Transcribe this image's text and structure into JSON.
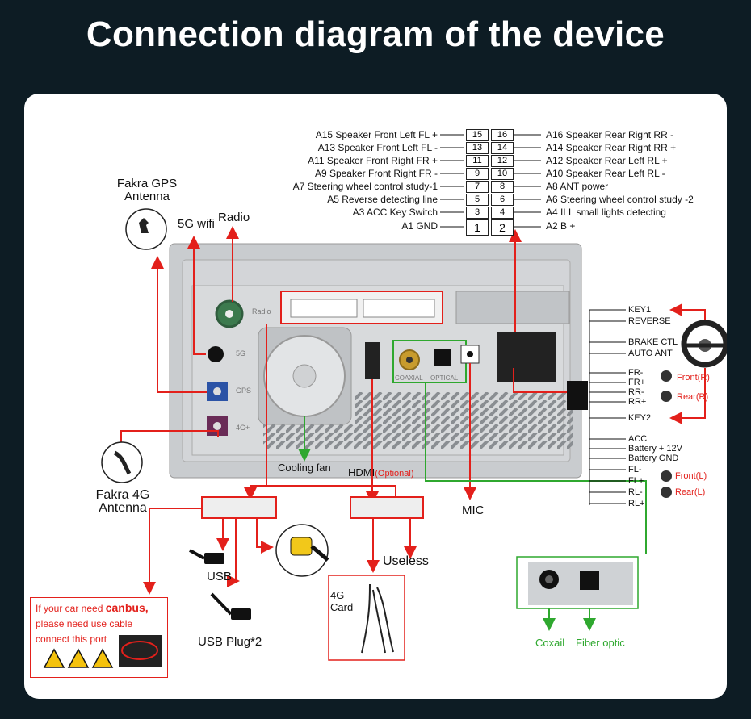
{
  "title": "Connection diagram of the device",
  "pins_left": [
    {
      "label": "A15 Speaker Front Left FL +",
      "pin": "15"
    },
    {
      "label": "A13 Speaker Front Left FL -",
      "pin": "13"
    },
    {
      "label": "A11 Speaker Front Right FR +",
      "pin": "11"
    },
    {
      "label": "A9 Speaker Front Right FR -",
      "pin": "9"
    },
    {
      "label": "A7 Steering wheel control study-1",
      "pin": "7"
    },
    {
      "label": "A5 Reverse detecting line",
      "pin": "5"
    },
    {
      "label": "A3 ACC Key Switch",
      "pin": "3"
    },
    {
      "label": "A1 GND",
      "pin": "1"
    }
  ],
  "pins_right": [
    {
      "label": "A16 Speaker Rear Right RR -",
      "pin": "16"
    },
    {
      "label": "A14 Speaker Rear Right RR +",
      "pin": "14"
    },
    {
      "label": "A12 Speaker Rear Left RL +",
      "pin": "12"
    },
    {
      "label": "A10 Speaker Rear Left RL -",
      "pin": "10"
    },
    {
      "label": "A8   ANT power",
      "pin": "8"
    },
    {
      "label": "A6   Steering wheel control study -2",
      "pin": "6"
    },
    {
      "label": "A4   ILL small lights detecting",
      "pin": "4"
    },
    {
      "label": "A2   B +",
      "pin": "2"
    }
  ],
  "labels": {
    "fakra_gps": "Fakra GPS Antenna",
    "wifi_5g": "5G wifi",
    "radio": "Radio",
    "fakra_4g": "Fakra 4G Antenna",
    "cooling_fan": "Cooling fan",
    "hdmi": "HDMI",
    "hdmi_optional": "(Optional)",
    "mic": "MIC",
    "usb": "USB",
    "usb_plug": "USB Plug*2",
    "useless": "Useless",
    "card_4g": "4G Card",
    "coaxail": "Coxail",
    "fiber": "Fiber optic",
    "panel_radio": "Radio",
    "panel_5g": "5G",
    "panel_gps": "GPS",
    "panel_4g": "4G+",
    "panel_coaxial": "COAXIAL",
    "panel_optical": "OPTICAL"
  },
  "right_wires": {
    "key1": "KEY1",
    "reverse": "REVERSE",
    "brake": "BRAKE CTL",
    "auto_ant": "AUTO ANT",
    "fr_minus": "FR-",
    "fr_plus": "FR+",
    "rr_minus": "RR-",
    "rr_plus": "RR+",
    "key2": "KEY2",
    "acc": "ACC",
    "battery": "Battery + 12V",
    "battery_gnd": "Battery GND",
    "fl_minus": "FL-",
    "fl_plus": "FL+",
    "rl_minus": "RL-",
    "rl_plus": "RL+",
    "front_r": "Front(R)",
    "rear_r": "Rear(R)",
    "front_l": "Front(L)",
    "rear_l": "Rear(L)"
  },
  "note": {
    "line1_a": "If your car need ",
    "line1_b": "canbus,",
    "line2": "please need use cable",
    "line3": "connect this port"
  },
  "colors": {
    "red": "#e3201b",
    "green": "#2fa82f",
    "background": "#0d1c24"
  }
}
